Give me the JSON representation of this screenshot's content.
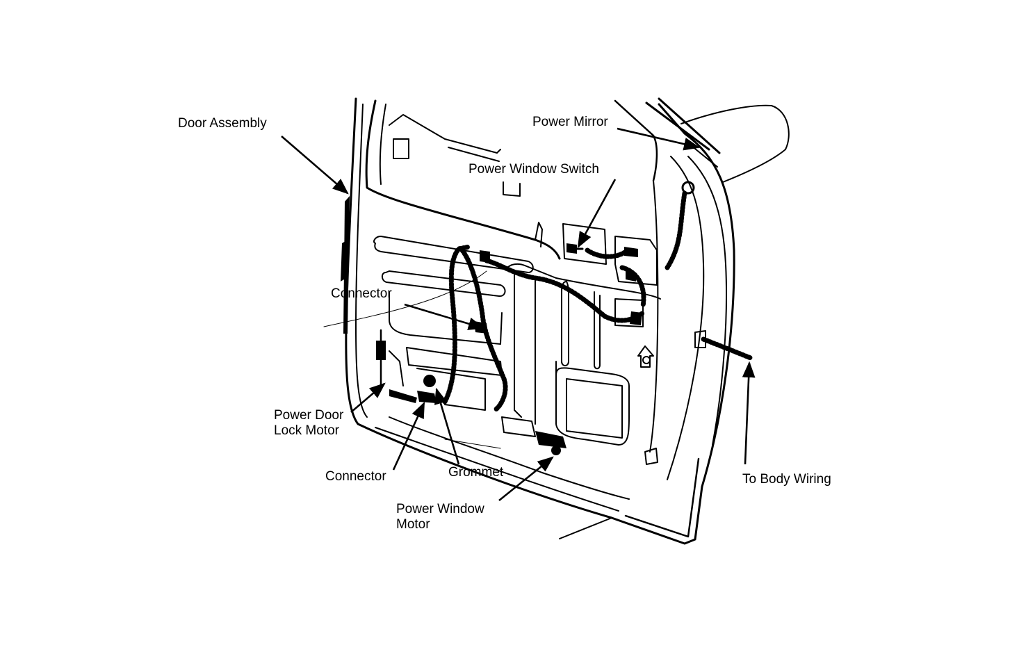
{
  "labels": {
    "door_assembly": "Door Assembly",
    "power_mirror": "Power Mirror",
    "power_window_switch": "Power Window Switch",
    "connector_upper": "Connector",
    "power_door_lock_motor": [
      "Power Door",
      "Lock Motor"
    ],
    "connector_lower": "Connector",
    "grommet": "Grommet",
    "power_window_motor": [
      "Power Window",
      "Motor"
    ],
    "to_body_wiring": "To Body Wiring"
  }
}
